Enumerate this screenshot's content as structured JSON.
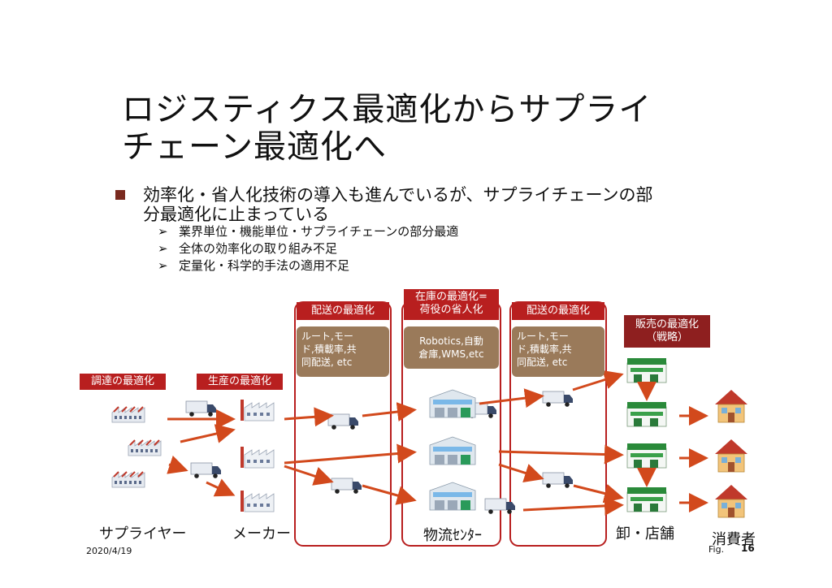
{
  "title": "ロジスティクス最適化からサプライ\nチェーン最適化へ",
  "bullet": "効率化・省人化技術の導入も進んでいるが、サプライチェーンの部\n分最適化に止まっている",
  "sub_bullets": [
    "業界単位・機能単位・サプライチェーンの部分最適",
    "全体の効率化の取り組み不足",
    "定量化・科学的手法の適用不足"
  ],
  "labels": {
    "procurement": "調達の最適化",
    "production": "生産の最適化",
    "delivery1": "配送の最適化",
    "inventory": "在庫の最適化=\n荷役の省人化",
    "delivery2": "配送の最適化",
    "sales": "販売の最適化\n（戦略）"
  },
  "boxes": {
    "delivery1": "ルート,モー\nド,積載率,共\n同配送, etc",
    "inventory": "Robotics,自動\n倉庫,WMS,etc",
    "delivery2": "ルート,モー\nド,積載率,共\n同配送, etc"
  },
  "captions": {
    "supplier": "サプライヤー",
    "maker": "メーカー",
    "dc": "物流ｾﾝﾀｰ",
    "retail": "卸・店舗",
    "consumer": "消費者"
  },
  "footer": {
    "date": "2020/4/19",
    "fig": "Fig.",
    "page": "16"
  },
  "colors": {
    "arrow": "#d2491c",
    "label_red": "#b81f1f",
    "box_brown": "#9a7a5a"
  }
}
